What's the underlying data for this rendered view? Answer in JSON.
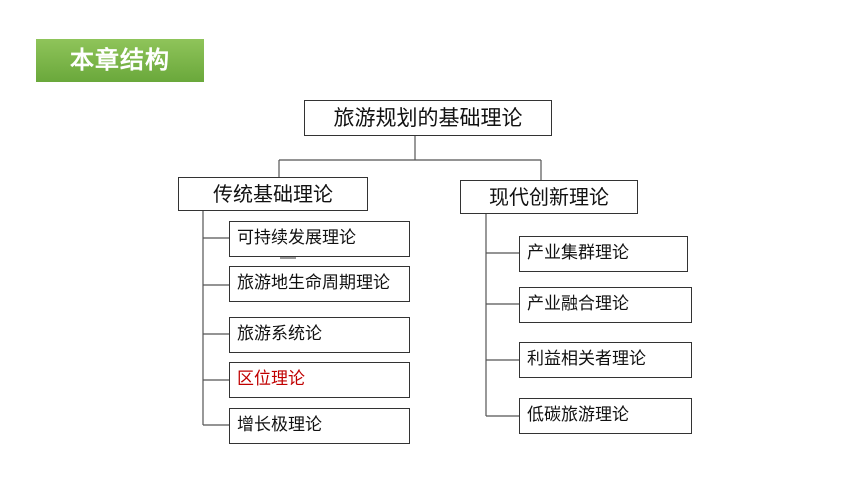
{
  "section_badge": "本章结构",
  "root": "旅游规划的基础理论",
  "categories": [
    {
      "label": "传统基础理论",
      "items": [
        "可持续发展理论",
        "旅游地生命周期理论",
        "旅游系统论",
        "区位理论",
        "增长极理论"
      ]
    },
    {
      "label": "现代创新理论",
      "items": [
        "产业集群理论",
        "产业融合理论",
        "利益相关者理论",
        "低碳旅游理论"
      ]
    }
  ],
  "colors": {
    "badge": "#76b043",
    "highlight": "#c00000",
    "border": "#333333"
  }
}
